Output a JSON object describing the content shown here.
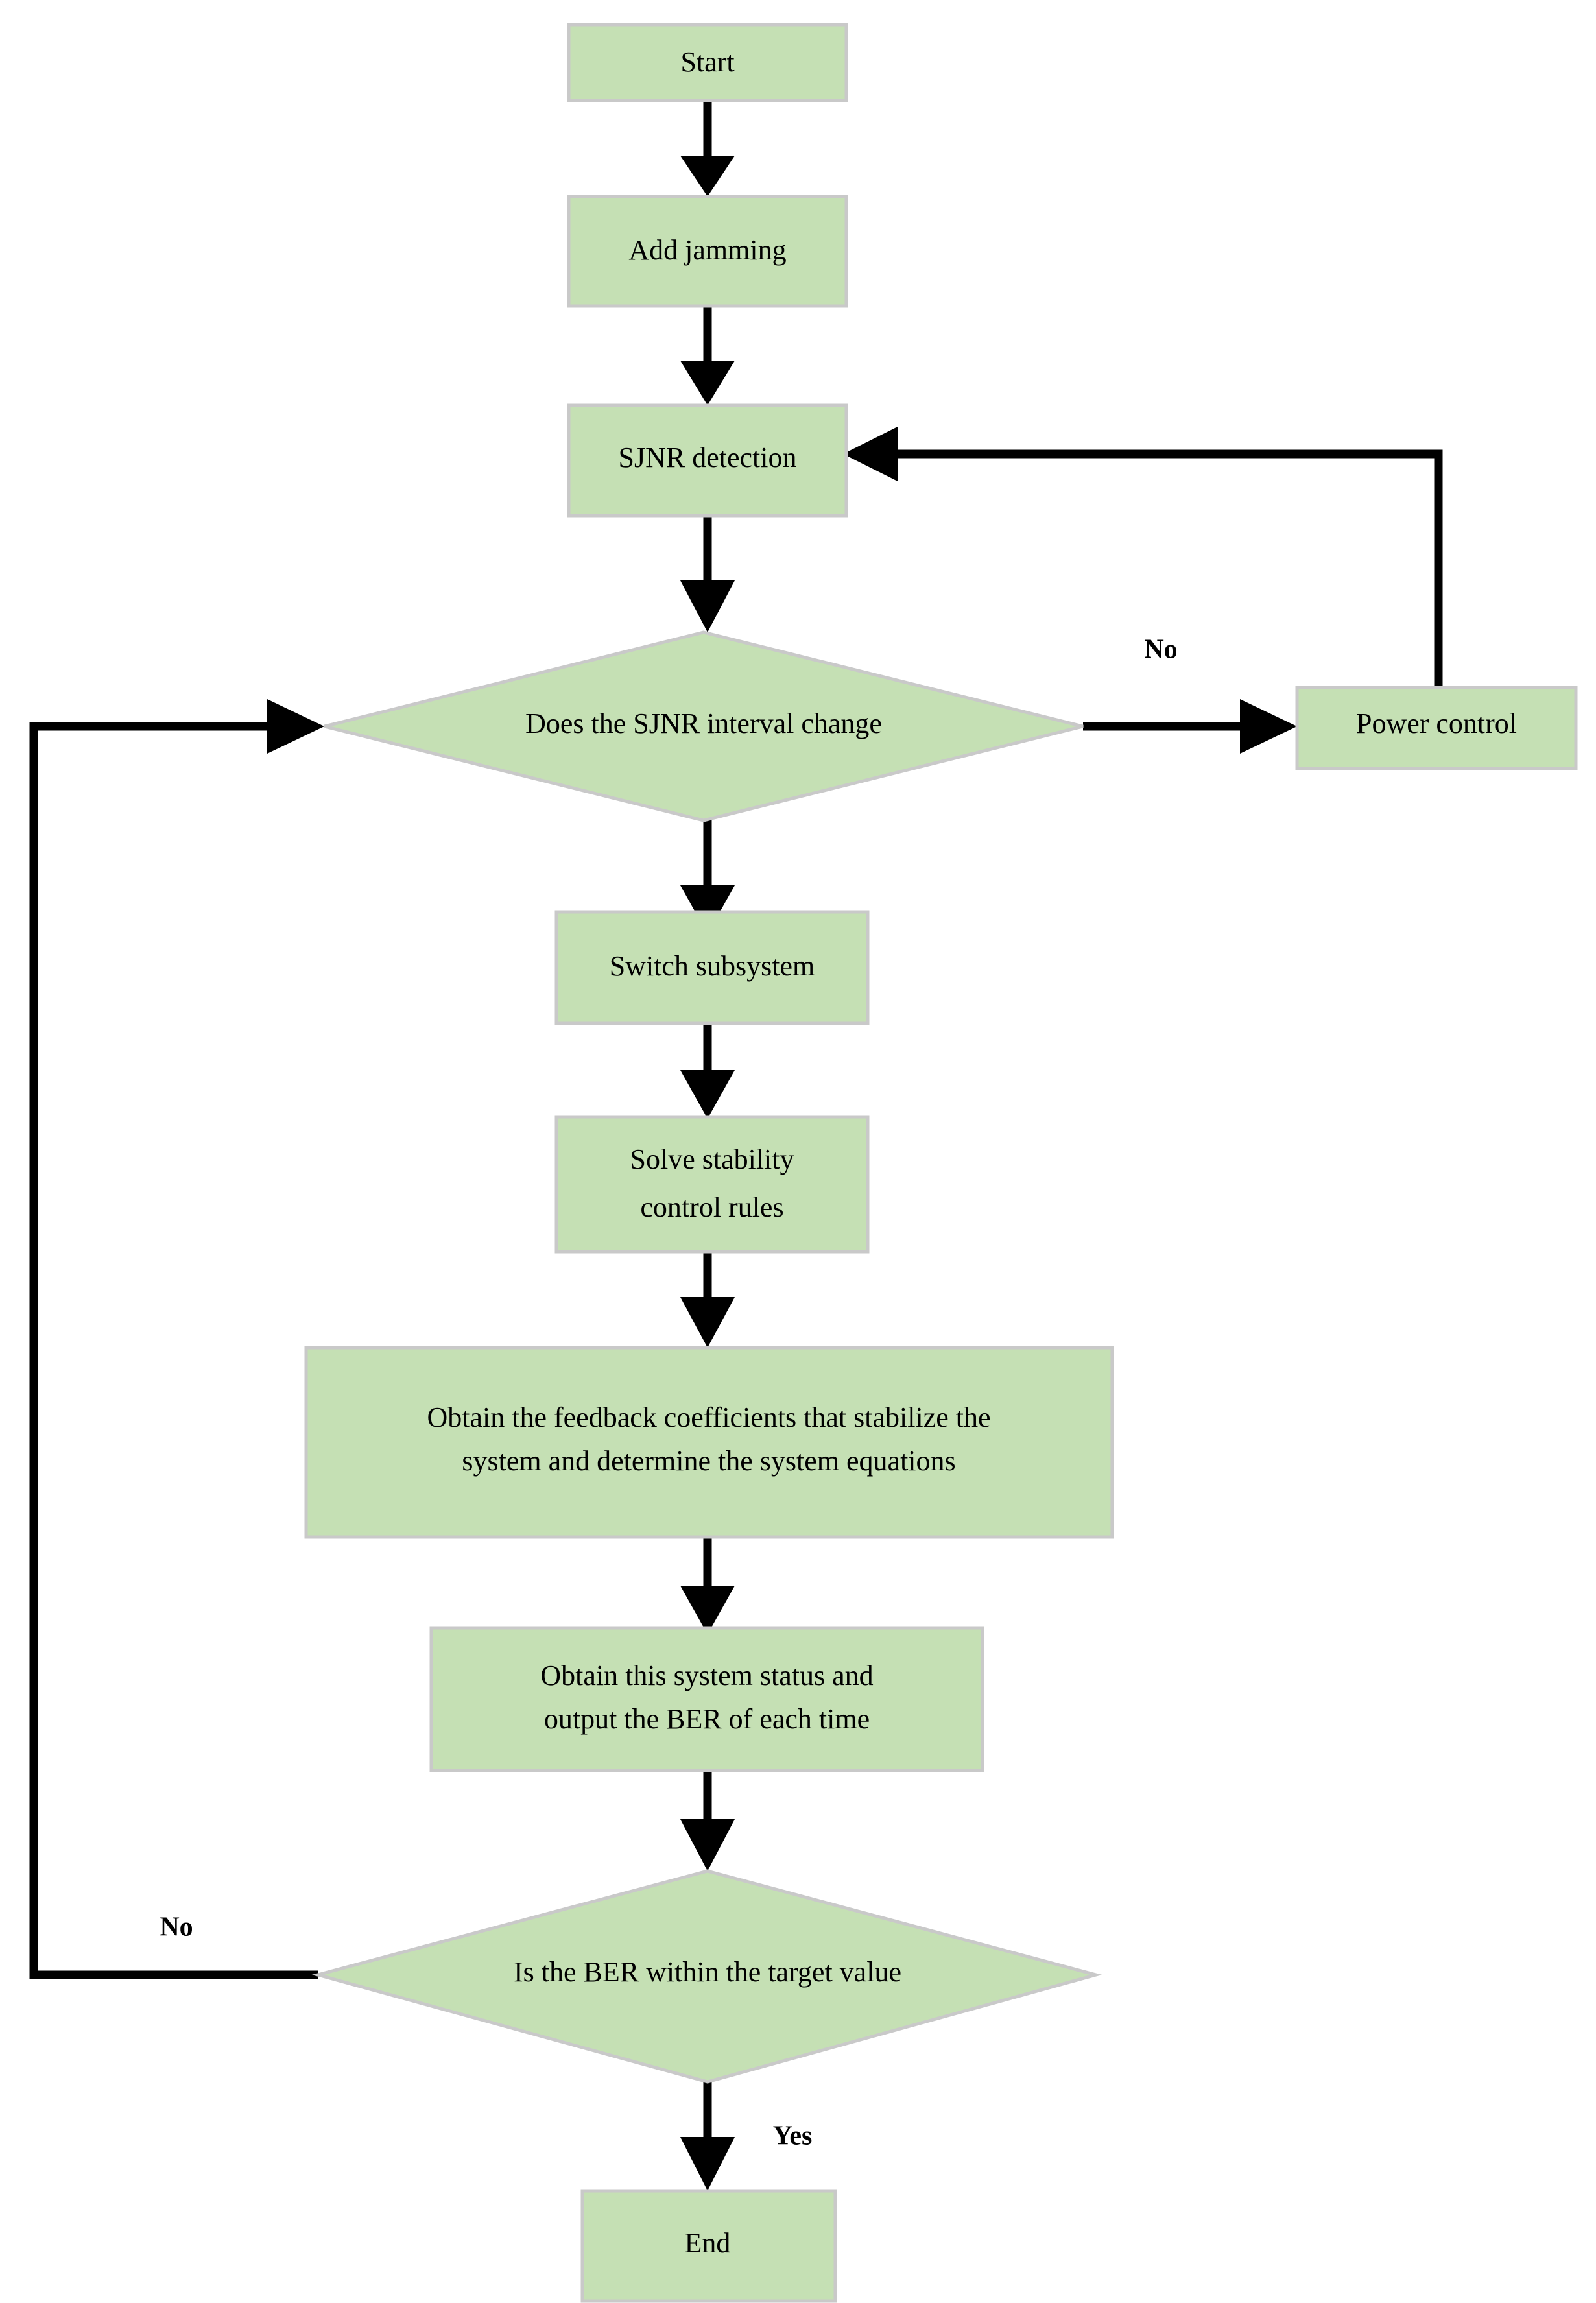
{
  "diagram": {
    "title": "SJNR adaptive anti-jamming control flowchart",
    "type": "flowchart",
    "colors": {
      "node_fill": "#C5E0B4",
      "node_stroke": "#C9C9C9",
      "edge": "#000000",
      "background": "#FFFFFF",
      "text": "#000000"
    },
    "nodes": [
      {
        "id": "start",
        "shape": "rect",
        "label": "Start"
      },
      {
        "id": "add_jamming",
        "shape": "rect",
        "label": "Add jamming"
      },
      {
        "id": "sjnr_detect",
        "shape": "rect",
        "label": "SJNR detection"
      },
      {
        "id": "sjnr_change",
        "shape": "diamond",
        "label": "Does the SJNR interval change"
      },
      {
        "id": "power_ctrl",
        "shape": "rect",
        "label": "Power control"
      },
      {
        "id": "switch_sub",
        "shape": "rect",
        "label": "Switch subsystem"
      },
      {
        "id": "solve_line1",
        "shape": "rect",
        "label": "Solve stability"
      },
      {
        "id": "solve_line2",
        "shape": "rect",
        "label": "control  rules"
      },
      {
        "id": "obtain_line1",
        "shape": "rect",
        "label": "Obtain the feedback coefficients that stabilize the"
      },
      {
        "id": "obtain_line2",
        "shape": "rect",
        "label": "system and determine the system equations"
      },
      {
        "id": "status_line1",
        "shape": "rect",
        "label": "Obtain this system status and"
      },
      {
        "id": "status_line2",
        "shape": "rect",
        "label": "output the  BER of each time"
      },
      {
        "id": "ber_target",
        "shape": "diamond",
        "label": "Is the BER within the target value"
      },
      {
        "id": "end",
        "shape": "rect",
        "label": "End"
      }
    ],
    "edge_labels": {
      "no_top": "No",
      "no_bottom": "No",
      "yes": "Yes"
    }
  }
}
